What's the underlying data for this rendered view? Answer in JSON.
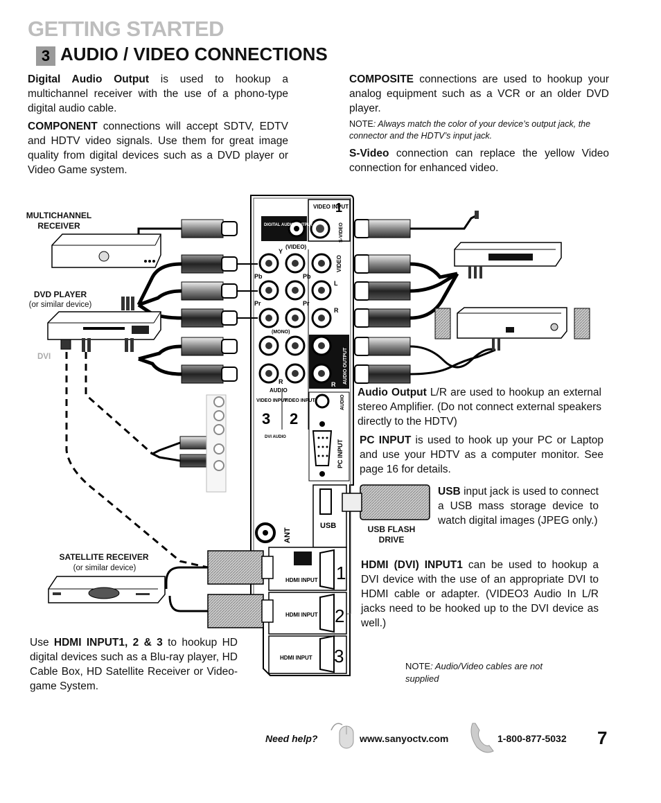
{
  "header": {
    "section": "GETTING STARTED",
    "step_number": "3",
    "title": "AUDIO / VIDEO CONNECTIONS"
  },
  "intro": {
    "digital_audio": {
      "term": "Digital Audio Output",
      "text": " is used to hookup a multichannel receiver with the use of a phono-type digital audio cable."
    },
    "component": {
      "term": "COMPONENT",
      "text": " connections will accept SDTV, EDTV and HDTV video signals. Use them for great image quality from digital devices such as a DVD player or Video Game system."
    },
    "composite": {
      "term": "COMPOSITE",
      "text": " connections are used to hookup your analog equipment such as a VCR or an older DVD player."
    },
    "composite_note_label": "NOTE",
    "composite_note": ": Always match the color of your device’s output jack, the connector and the HDTV’s input jack.",
    "svideo": {
      "term": "S-Video",
      "text": " connection can replace the yellow Video connection for enhanced video."
    }
  },
  "devices": {
    "multichannel_receiver": "MULTICHANNEL RECEIVER",
    "dvd_player": "DVD PLAYER",
    "dvd_player_sub": "(or similar device)",
    "dvi": "DVI",
    "satellite_receiver": "SATELLITE RECEIVER",
    "satellite_receiver_sub": "(or similar device)",
    "usb_flash_drive": "USB FLASH DRIVE"
  },
  "panel_labels": {
    "video_input": "VIDEO INPUT",
    "input_1": "1",
    "svideo": "S-VIDEO",
    "digital_audio_output": "DIGITAL AUDIO OUTPUT",
    "video_paren": "(VIDEO)",
    "video": "VIDEO",
    "y": "Y",
    "pb": "Pb",
    "pr": "Pr",
    "l": "L",
    "r": "R",
    "mono": "(MONO)",
    "audio": "AUDIO",
    "audio_output": "AUDIO OUTPUT",
    "video_input_3": "VIDEO INPUT",
    "num_3": "3",
    "video_input_2": "VIDEO INPUT",
    "num_2": "2",
    "dvi_audio": "DVI AUDIO",
    "audio_jack": "AUDIO",
    "pc_input": "PC INPUT",
    "usb": "USB",
    "ant": "ANT",
    "hdmi_input": "HDMI INPUT",
    "hdmi_1": "1",
    "hdmi_2": "2",
    "hdmi_3": "3"
  },
  "descriptions": {
    "audio_output": {
      "term": "Audio Output",
      "text": " L/R are used to hookup an external stereo Amplifier. (Do not connect external speakers directly to the HDTV)"
    },
    "pc_input": {
      "term": "PC INPUT",
      "text": " is used to hook up your PC or Laptop and use your HDTV as a computer monitor. See page 16 for details."
    },
    "usb": {
      "term": "USB",
      "text": " input jack is used to connect a USB mass storage device to watch digital images (JPEG only.)"
    },
    "hdmi_dvi": {
      "term": "HDMI (DVI) INPUT1",
      "text": " can be used to hookup a DVI device with the use of an appropriate DVI to HDMI cable or adapter. (VIDEO3 Audio In L/R jacks need to be hooked up to the DVI device as well.)"
    },
    "hdmi_use_pre": "Use ",
    "hdmi_use_term": "HDMI INPUT1, 2 & 3",
    "hdmi_use_text": " to hookup HD digital devices such as a Blu-ray player, HD Cable Box, HD Satellite Receiver or Video-game System.",
    "cables_note_label": "NOTE",
    "cables_note": ": Audio/Video cables are not supplied"
  },
  "footer": {
    "need_help": "Need help?",
    "website": "www.sanyoctv.com",
    "phone": "1-800-877-5032",
    "page_number": "7"
  }
}
